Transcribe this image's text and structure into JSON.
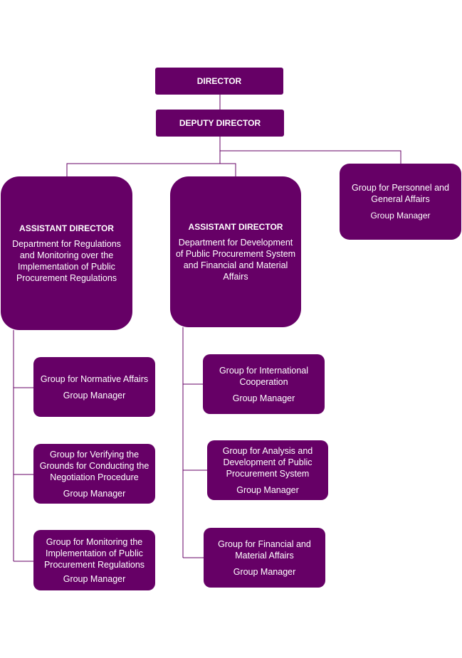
{
  "director": {
    "title": "DIRECTOR"
  },
  "deputy": {
    "title": "DEPUTY DIRECTOR"
  },
  "assistant_left": {
    "title": "ASSISTANT DIRECTOR",
    "desc": "Department for Regulations and Monitoring over the Implementation of Public Procurement Regulations"
  },
  "assistant_right": {
    "title": "ASSISTANT DIRECTOR",
    "desc": "Department for Development of Public Procurement System and Financial and Material Affairs"
  },
  "personnel": {
    "name": "Group for Personnel and General Affairs",
    "manager": "Group Manager"
  },
  "left_groups": [
    {
      "name": "Group for Normative Affairs",
      "manager": "Group Manager"
    },
    {
      "name": "Group for Verifying the Grounds for Conducting the Negotiation Procedure",
      "manager": "Group Manager"
    },
    {
      "name": "Group for Monitoring the Implementation of Public Procurement Regulations",
      "manager": "Group Manager"
    }
  ],
  "right_groups": [
    {
      "name": "Group for International Cooperation",
      "manager": "Group Manager"
    },
    {
      "name": "Group for Analysis and Development of Public Procurement System",
      "manager": "Group Manager"
    },
    {
      "name": "Group for Financial and Material Affairs",
      "manager": "Group Manager"
    }
  ],
  "colors": {
    "box": "#660066",
    "text": "#ffffff",
    "connector": "#660066"
  }
}
